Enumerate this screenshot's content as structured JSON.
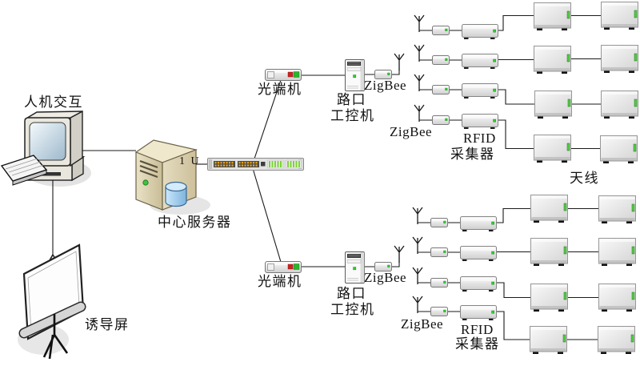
{
  "labels": {
    "hmi": "人机交互",
    "central_server": "中心服务器",
    "rack_unit": "1 U",
    "guidance_screen": "诱导屏",
    "optical_terminal_top": "光端机",
    "optical_terminal_bottom": "光端机",
    "junction_pc_top": {
      "line1": "路口",
      "line2": "工控机"
    },
    "junction_pc_bottom": {
      "line1": "路口",
      "line2": "工控机"
    },
    "zigbee_pc_top": "ZigBee",
    "zigbee_pc_bottom": "ZigBee",
    "zigbee_cluster_top": "ZigBee",
    "zigbee_cluster_bottom": "ZigBee",
    "rfid_cluster_top": {
      "line1": "RFID",
      "line2": "采集器"
    },
    "rfid_cluster_bottom": {
      "line1": "RFID",
      "line2": "采集器"
    },
    "antenna": "天线"
  },
  "structure": {
    "clusters": 2,
    "rows_per_cluster": 4,
    "antenna_boxes_per_row": 2
  },
  "icons": {
    "desktop-computer-icon": "isometric CRT computer with keyboard",
    "server-tower-icon": "beige 3D server with database cylinder",
    "rack-switch-icon": "1U switch with orange and green ports",
    "projector-screen-icon": "tilted guidance screen on tripod",
    "antenna-icon": "Ψ mast glyph",
    "zigbee-module-icon": "small grey box with green LED",
    "rfid-reader-icon": "flat grey box with green LED and feet",
    "antenna-box-icon": "large grey box with green LED slit"
  },
  "colors": {
    "line": "#1a1a1a",
    "server_body": "#ddd4b4",
    "database_cylinder": "#aed4f0",
    "led_green": "#33cc33",
    "indicator_red": "#cc2222",
    "port_orange": "#f0a818",
    "port_green": "#7ad433",
    "device_grey": "#e6e6e6"
  }
}
